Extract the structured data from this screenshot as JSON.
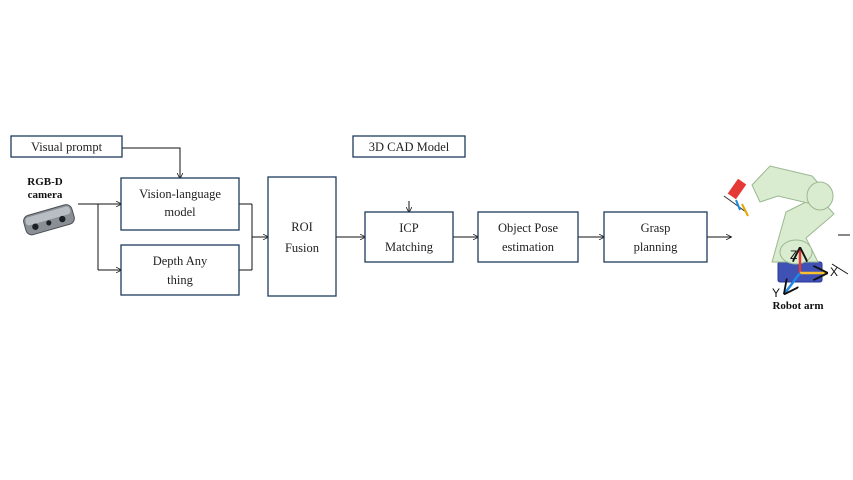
{
  "camera": {
    "label_line1": "RGB-D",
    "label_line2": "camera"
  },
  "prompt_box": {
    "label": "Visual prompt"
  },
  "cad_box": {
    "label": "3D CAD Model"
  },
  "vlm_box": {
    "line1": "Vision-language",
    "line2": "model"
  },
  "depth_box": {
    "line1": "Depth Any",
    "line2": "thing"
  },
  "roi_box": {
    "line1": "ROI",
    "line2": "Fusion"
  },
  "icp_box": {
    "line1": "ICP",
    "line2": "Matching"
  },
  "pose_box": {
    "line1": "Object Pose",
    "line2": "estimation"
  },
  "grasp_box": {
    "line1": "Grasp",
    "line2": "planning"
  },
  "robot": {
    "caption": "Robot arm",
    "axis_z": "Z",
    "axis_x": "X",
    "axis_y": "Y",
    "arm_color": "#d9ecd0",
    "base_color": "#3f51b5",
    "gripper_color": "#e53935"
  }
}
